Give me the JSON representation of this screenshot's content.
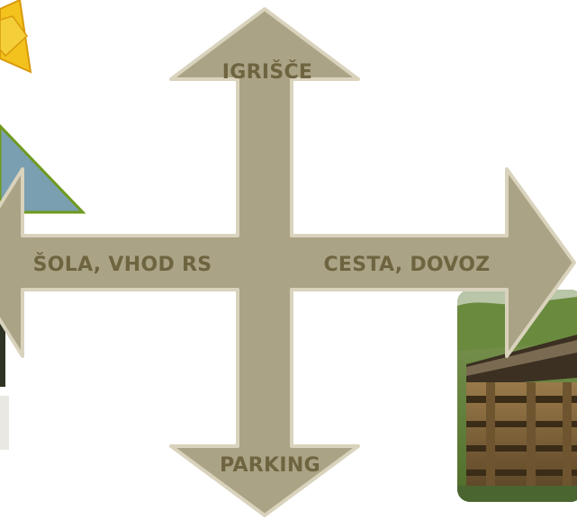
{
  "directions": {
    "up": "IGRIŠČE",
    "left": "ŠOLA, VHOD RS",
    "right": "CESTA, DOVOZ",
    "down": "PARKING"
  },
  "colors": {
    "arrow_fill": "#aba386",
    "arrow_stroke": "#d9d3bd",
    "label_text": "#6e6440",
    "sun": "#f3c21c",
    "sun_stroke": "#d89a0c",
    "triangle_fill": "#7a9fb0",
    "triangle_stroke": "#6f9a1e"
  },
  "decor": {
    "sun_icon": "sun-icon",
    "triangle_icon": "triangle-icon",
    "photo": "compost-pallet-photo"
  }
}
